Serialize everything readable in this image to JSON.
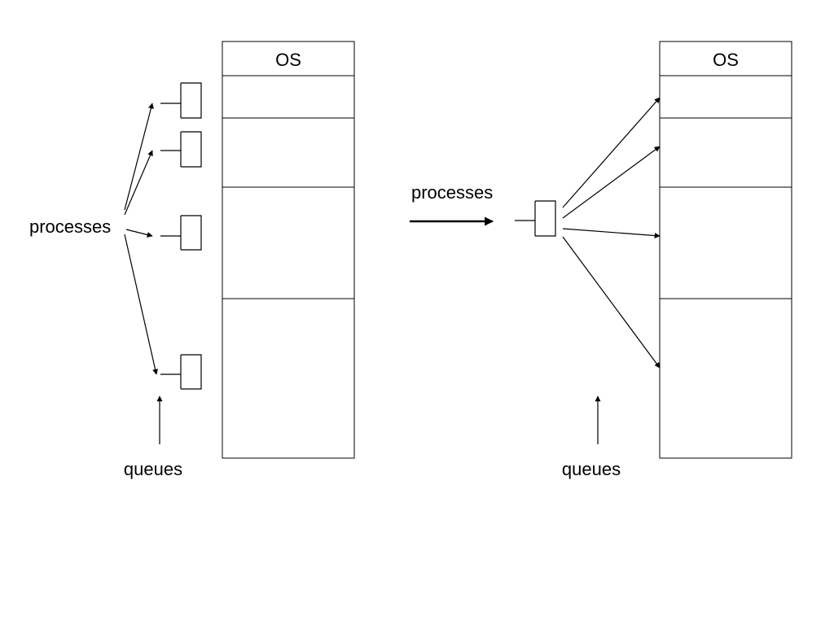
{
  "left_diagram": {
    "os_label": "OS",
    "processes_label": "processes",
    "queues_label": "queues"
  },
  "middle": {
    "processes_label": "processes"
  },
  "right_diagram": {
    "os_label": "OS",
    "queues_label": "queues"
  }
}
